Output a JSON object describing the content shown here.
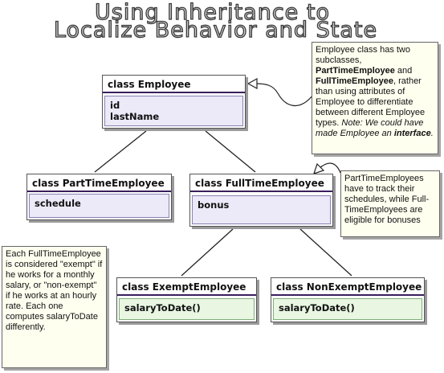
{
  "title": {
    "line1": "Using Inheritance to",
    "line2": "Localize Behavior and State"
  },
  "classes": {
    "employee": {
      "name": "class Employee",
      "attributes": [
        "id",
        "lastName"
      ]
    },
    "part_time": {
      "name": "class PartTimeEmployee",
      "attributes": [
        "schedule"
      ]
    },
    "full_time": {
      "name": "class FullTimeEmployee",
      "attributes": [
        "bonus"
      ]
    },
    "exempt": {
      "name": "class ExemptEmployee",
      "attributes": [
        "salaryToDate()"
      ]
    },
    "non_exempt": {
      "name": "class NonExemptEmployee",
      "attributes": [
        "salaryToDate()"
      ]
    }
  },
  "notes": {
    "employee_note": {
      "intro": "Employee class has two subclasses,",
      "sub1": "PartTimeEmployee",
      "and": " and ",
      "sub2": "FullTimeEmployee",
      "rest": ", rather than using attributes of Employee to differentiate between different Employee types.",
      "note_prefix": "Note: We could have made Employee an ",
      "note_bold": "interface",
      "note_end": "."
    },
    "schedule_note": "PartTimeEmployees have to track their schedules, while Full-TimeEmployees are eligible for bonuses",
    "exempt_note": "Each FullTimeEmployee is considered \"exempt\" if he works for a monthly salary, or \"non-exempt\" if he works at an hourly rate. Each one computes salaryToDate differently."
  },
  "colors": {
    "superclass_box": "#ece9f9",
    "leaf_box": "#e8f6e2",
    "header_rule": "#3a1f5e",
    "note_bg": "#fffff0"
  }
}
